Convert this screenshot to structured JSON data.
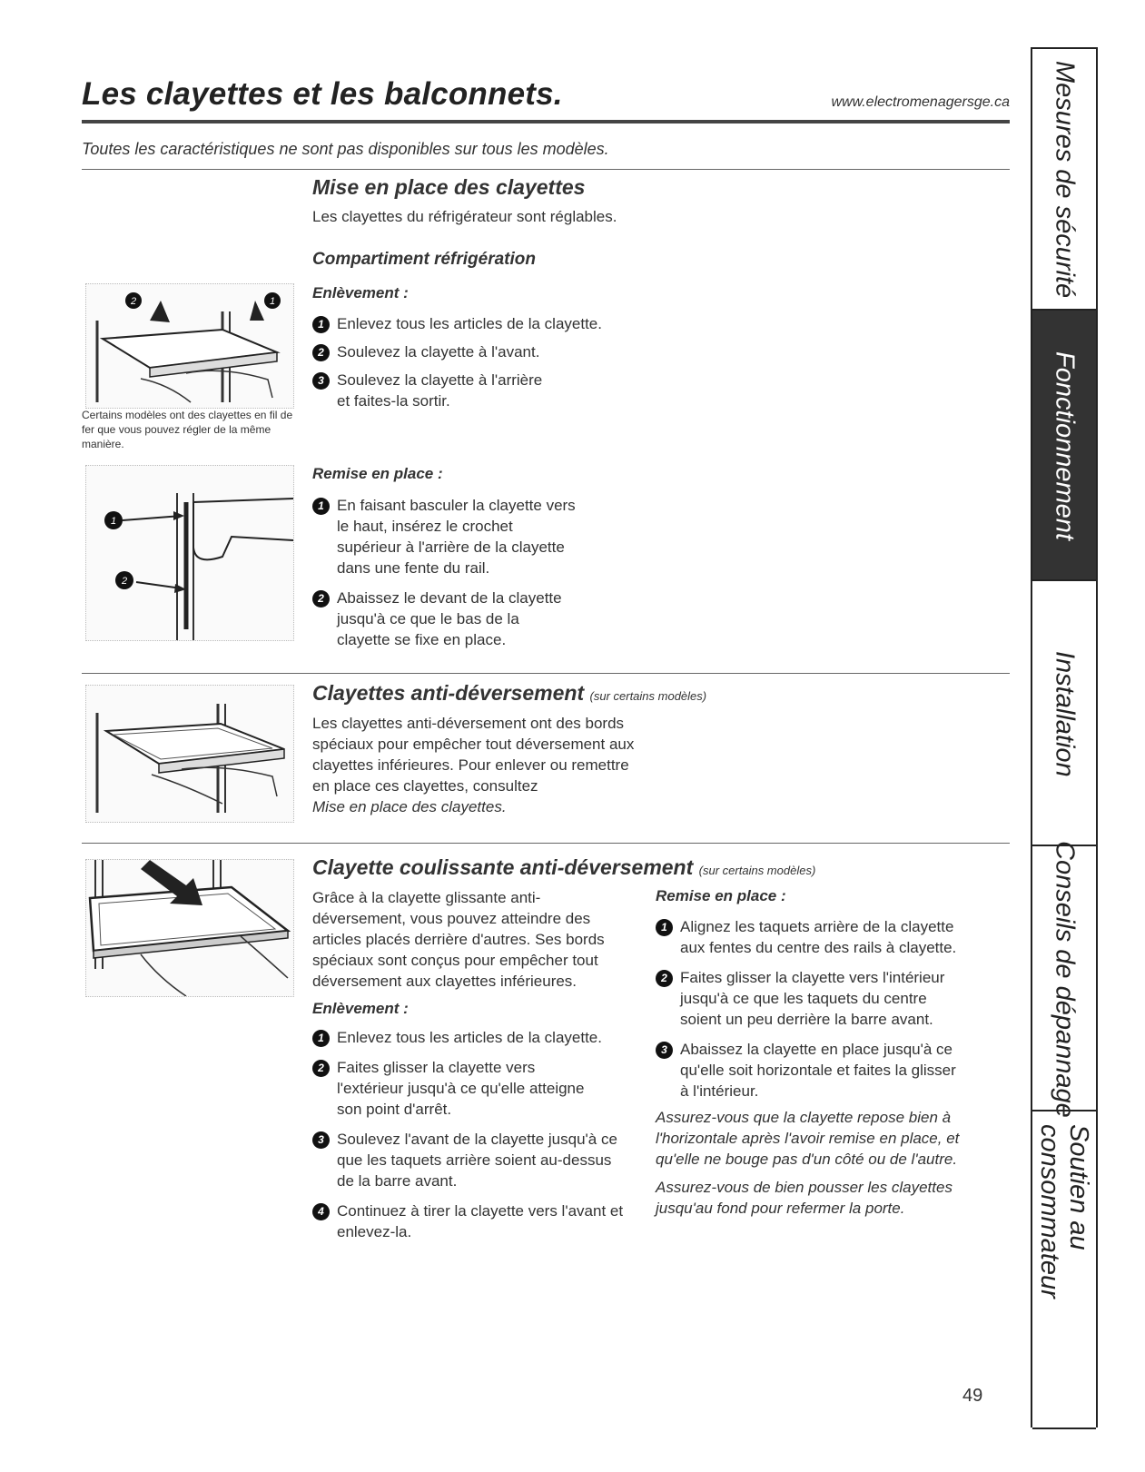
{
  "header": {
    "title": "Les clayettes et les balconnets.",
    "url": "www.electromenagersge.ca",
    "subtitle": "Toutes les caractéristiques ne sont pas disponibles sur tous les modèles."
  },
  "section1": {
    "title": "Mise en place des clayettes",
    "intro": "Les clayettes du réfrigérateur sont réglables.",
    "subtitle": "Compartiment réfrigération",
    "removal": {
      "heading": "Enlèvement :",
      "steps": [
        "Enlevez tous les articles de la clayette.",
        "Soulevez la clayette à l'avant.",
        "Soulevez la clayette à l'arrière et faites-la sortir."
      ]
    },
    "caption": "Certains modèles ont des clayettes en fil de fer que vous pouvez régler de la même manière.",
    "replace": {
      "heading": "Remise en place :",
      "steps": [
        "En faisant basculer la clayette vers le haut, insérez le crochet supérieur à l'arrière de la clayette dans une fente du rail.",
        "Abaissez le devant de la clayette jusqu'à ce que le bas de la clayette se fixe en place."
      ]
    }
  },
  "section2": {
    "title": "Clayettes anti-déversement",
    "note": "(sur certains modèles)",
    "body": "Les clayettes anti-déversement ont des bords spéciaux pour empêcher tout déversement aux clayettes inférieures. Pour enlever ou remettre en place ces clayettes, consultez",
    "ref": "Mise en place des clayettes."
  },
  "section3": {
    "title": "Clayette coulissante anti-déversement",
    "note": "(sur certains modèles)",
    "intro": "Grâce à la clayette glissante anti-déversement, vous pouvez atteindre des articles placés derrière d'autres. Ses bords spéciaux sont conçus pour empêcher tout déversement aux clayettes inférieures.",
    "removal": {
      "heading": "Enlèvement :",
      "steps": [
        "Enlevez tous les articles de la clayette.",
        "Faites glisser la clayette vers l'extérieur jusqu'à ce qu'elle atteigne son point d'arrêt.",
        "Soulevez l'avant de la clayette jusqu'à ce que les taquets arrière soient au-dessus de la barre avant.",
        "Continuez à tirer la clayette vers l'avant et enlevez-la."
      ]
    },
    "replace": {
      "heading": "Remise en place :",
      "steps": [
        "Alignez les taquets arrière de la clayette aux fentes du centre des rails à clayette.",
        "Faites glisser la clayette vers l'intérieur jusqu'à ce que les taquets du centre soient un peu derrière la barre avant.",
        "Abaissez la clayette en place jusqu'à ce qu'elle soit horizontale et faites la glisser à l'intérieur."
      ]
    },
    "note1": "Assurez-vous que la clayette repose bien à l'horizontale après l'avoir remise en place, et qu'elle ne bouge pas d'un côté ou de l'autre.",
    "note2": "Assurez-vous de bien pousser les clayettes jusqu'au fond pour refermer la porte."
  },
  "step_numbers": [
    "1",
    "2",
    "3",
    "4"
  ],
  "sidebar": {
    "tabs": [
      "Mesures de sécurité",
      "Fonctionnement",
      "Installation",
      "Conseils de dépannage",
      "Soutien au consommateur"
    ],
    "active_index": 1
  },
  "page_number": "49"
}
